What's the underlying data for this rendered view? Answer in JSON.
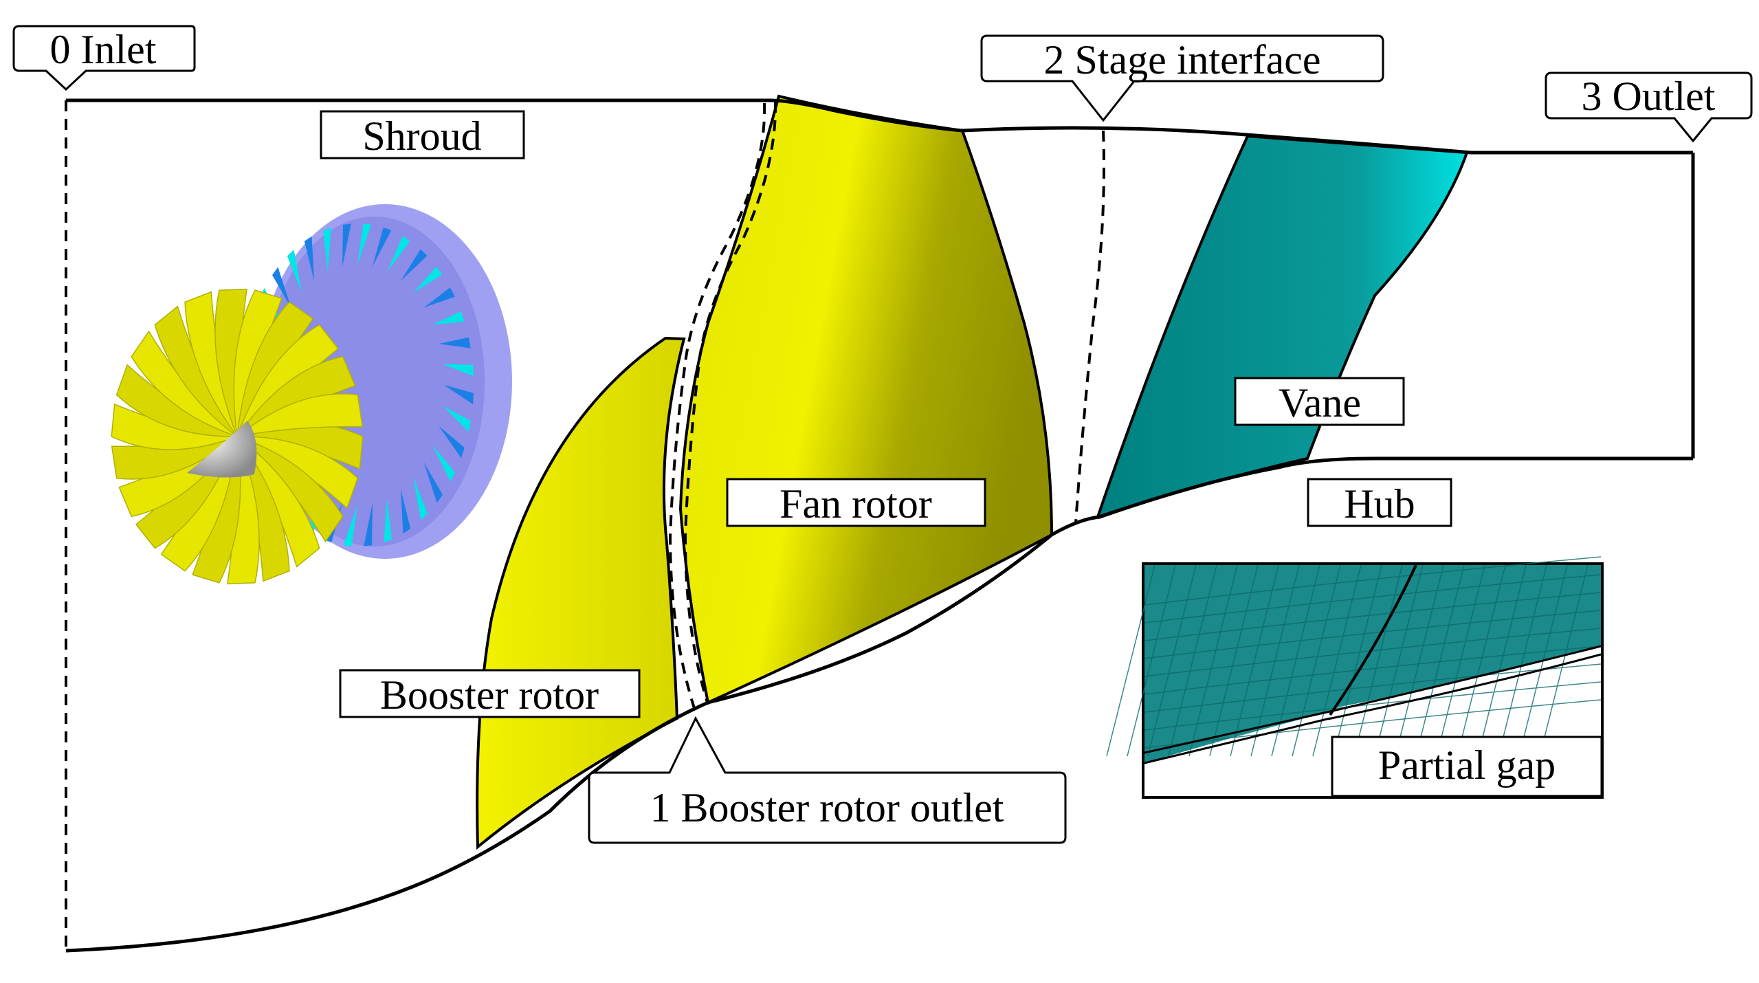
{
  "labels": {
    "inlet": "0 Inlet",
    "stage_interface": "2 Stage interface",
    "outlet": "3 Outlet",
    "shroud": "Shroud",
    "vane": "Vane",
    "fan_rotor": "Fan rotor",
    "hub": "Hub",
    "booster_rotor": "Booster rotor",
    "booster_rotor_outlet": "1 Booster rotor outlet",
    "partial_gap": "Partial gap"
  },
  "colors": {
    "rotor_yellow": "#e6e600",
    "rotor_yellow_dark": "#8f8f00",
    "vane_teal": "#008080",
    "vane_cyan": "#00e6e6",
    "casing_purple": "#8f8ff0",
    "mesh_teal": "#1a8a8a"
  }
}
